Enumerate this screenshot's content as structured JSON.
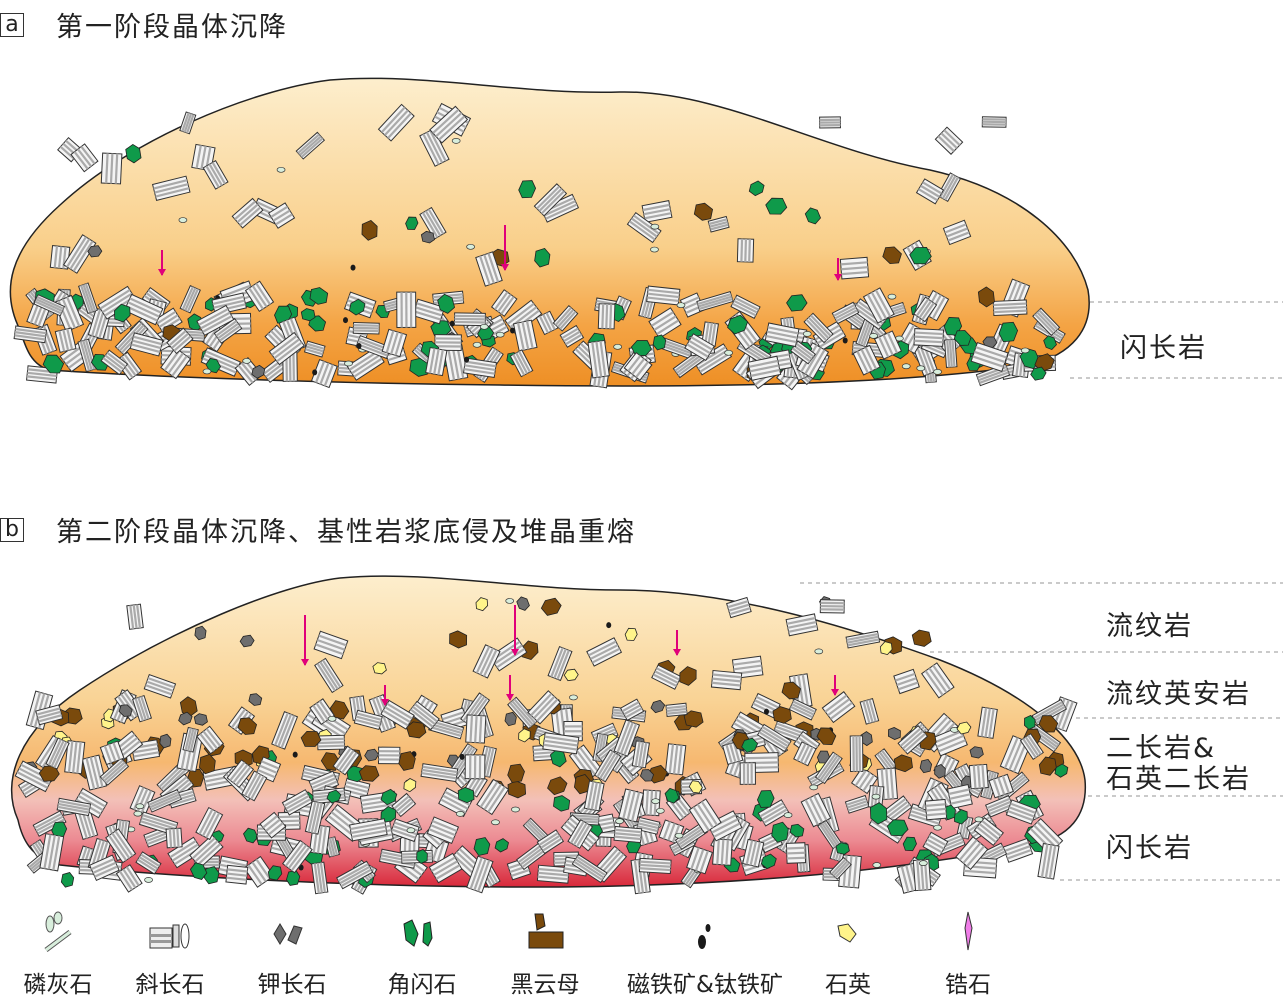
{
  "panel_a": {
    "letter": "a",
    "title": "第一阶段晶体沉降",
    "layers": [
      "闪长岩"
    ]
  },
  "panel_b": {
    "letter": "b",
    "title": "第二阶段晶体沉降、基性岩浆底侵及堆晶重熔",
    "layers": [
      "流纹岩",
      "流纹英安岩",
      "二长岩&",
      "石英二长岩",
      "闪长岩"
    ]
  },
  "legend": [
    {
      "label": "磷灰石",
      "icon": "apatite-icon",
      "color": "#d8eedc"
    },
    {
      "label": "斜长石",
      "icon": "plagioclase-icon",
      "color": "#d0d0d0"
    },
    {
      "label": "钾长石",
      "icon": "k-feldspar-icon",
      "color": "#6e6e6e"
    },
    {
      "label": "角闪石",
      "icon": "hornblende-icon",
      "color": "#0f9a4a"
    },
    {
      "label": "黑云母",
      "icon": "biotite-icon",
      "color": "#7a4a0c"
    },
    {
      "label": "磁铁矿&钛铁矿",
      "icon": "magnetite-ilmenite-icon",
      "color": "#1a1a1a"
    },
    {
      "label": "石英",
      "icon": "quartz-icon",
      "color": "#fff48a"
    },
    {
      "label": "锆石",
      "icon": "zircon-icon",
      "color": "#f07de8"
    }
  ],
  "colors": {
    "magma_top": "#fde9c4",
    "magma_mid": "#f7bd6c",
    "cumulate": "#f0a040",
    "mafic": "#d83040",
    "arrow": "#e0007a"
  }
}
